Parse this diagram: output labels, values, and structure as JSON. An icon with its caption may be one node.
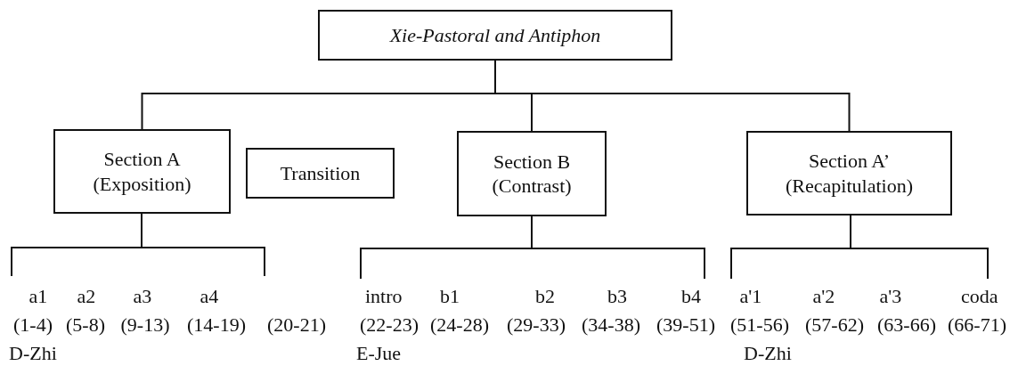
{
  "diagram": {
    "nodes": [
      {
        "text": [
          "Xie-Pastoral and Antiphon"
        ]
      },
      {
        "text": [
          "Section A (Exposition)"
        ]
      },
      {
        "text": [
          "Transition"
        ]
      },
      {
        "text": [
          "Section B (Contrast)"
        ]
      },
      {
        "text": [
          "Section A’ (Recapitulation)"
        ]
      }
    ],
    "edges": [
      {
        "from": 0,
        "to": 1,
        "arrow": "none"
      },
      {
        "from": 0,
        "to": 3,
        "arrow": "none"
      },
      {
        "from": 0,
        "to": 4,
        "arrow": "none"
      }
    ],
    "labels": [
      "a1",
      "a2",
      "a3",
      "a4",
      "intro",
      "b1",
      "b2",
      "b3",
      "b4",
      "a'1",
      "a'2",
      "a'3",
      "coda",
      "(1-4)",
      "(5-8)",
      "(9-13)",
      "(14-19)",
      "(20-21)",
      "(22-23)",
      "(24-28)",
      "(29-33)",
      "(34-38)",
      "(39-51)",
      "(51-56)",
      "(57-62)",
      "(63-66)",
      "(66-71)",
      "D-Zhi",
      "E-Jue",
      "D-Zhi"
    ]
  }
}
